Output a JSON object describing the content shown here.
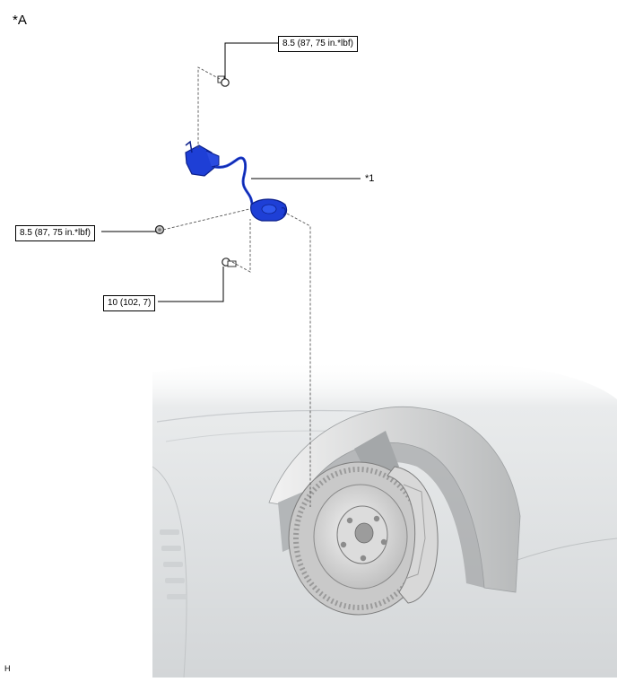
{
  "view_label": "*A",
  "part_callout": "*1",
  "corner_code": "H",
  "torque_labels": {
    "top_bolt": "8.5 (87, 75 in.*lbf)",
    "left_bolt": "8.5 (87, 75 in.*lbf)",
    "lower_bolt": "10 (102, 7)"
  },
  "colors": {
    "sensor": "#1e3fd6",
    "sensor_dark": "#0b1f8a",
    "leader": "#000000",
    "dash": "#555555",
    "body_shade": "#e4e6e8"
  },
  "icons": [
    "bolt-icon",
    "nut-icon"
  ]
}
